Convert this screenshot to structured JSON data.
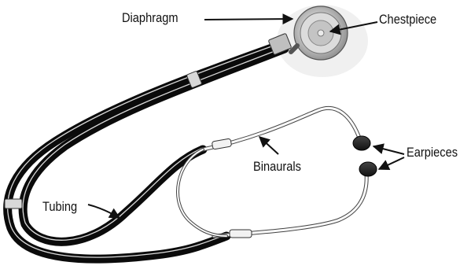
{
  "labels": {
    "diaphragm": "Diaphragm",
    "chestpiece": "Chestpiece",
    "binaurals": "Binaurals",
    "earpieces": "Earpieces",
    "tubing": "Tubing"
  },
  "colors": {
    "tubing": "#0b0b0b",
    "tubing_highlight": "#ffffff",
    "metal": "#c9c9c9",
    "chestpiece_shadow": "#e6e6e6",
    "binaural_stroke": "#444444",
    "arrow": "#111111"
  }
}
